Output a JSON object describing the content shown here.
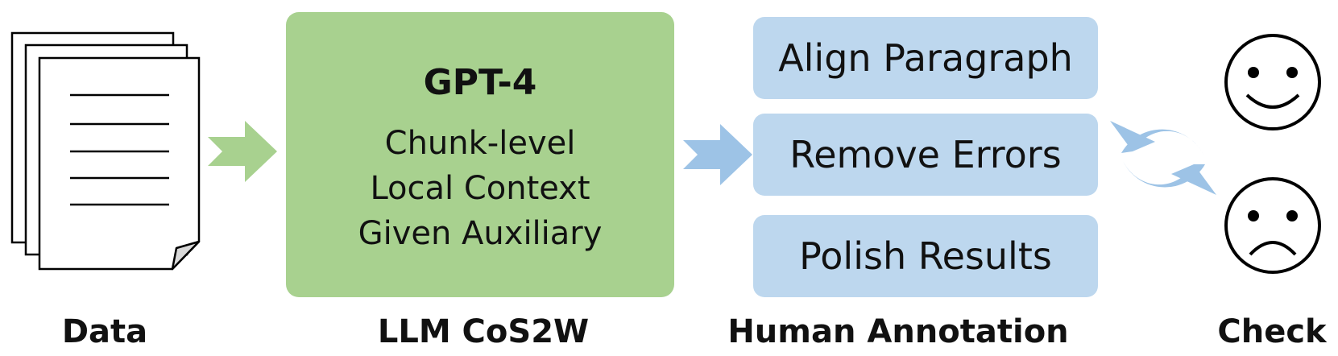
{
  "stages": {
    "data": "Data",
    "llm": "LLM CoS2W",
    "human": "Human Annotation",
    "check": "Check"
  },
  "llm_box": {
    "title": "GPT-4",
    "lines": [
      "Chunk-level",
      "Local Context",
      "Given Auxiliary"
    ]
  },
  "annotation_tasks": [
    "Align Paragraph",
    "Remove Errors",
    "Polish Results"
  ],
  "colors": {
    "llm_green": "#a8d18f",
    "task_blue": "#bdd7ee",
    "arrow_green": "#a8d18f",
    "arrow_blue": "#9dc3e6"
  },
  "icons": {
    "documents": "document-stack-icon",
    "cycle": "refresh-cycle-icon",
    "happy": "smiley-face-icon",
    "sad": "frowning-face-icon"
  }
}
